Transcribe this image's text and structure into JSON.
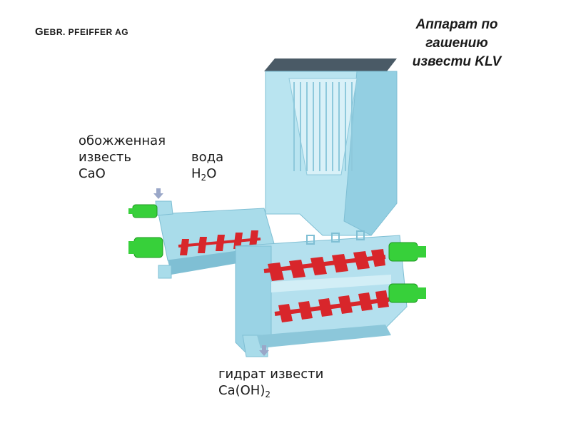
{
  "brand": {
    "first_letter": "G",
    "rest": "EBR. PFEIFFER AG"
  },
  "title": {
    "line1": "Аппарат по",
    "line2": "гашению",
    "line3": "извести KLV"
  },
  "input_lime": {
    "line1": "обожженная",
    "line2": "известь",
    "formula": "CaO"
  },
  "input_water": {
    "line1": "вода",
    "formula_main": "H",
    "formula_sub": "2",
    "formula_end": "O"
  },
  "output": {
    "line1": "гидрат извести",
    "formula_main": "Ca(OH)",
    "formula_sub": "2"
  },
  "colors": {
    "machine_body": "#a9dcea",
    "machine_shadow": "#7fbfd4",
    "rotor": "#d8262b",
    "motor": "#37d03a",
    "arrow": "#9aa7c8"
  }
}
